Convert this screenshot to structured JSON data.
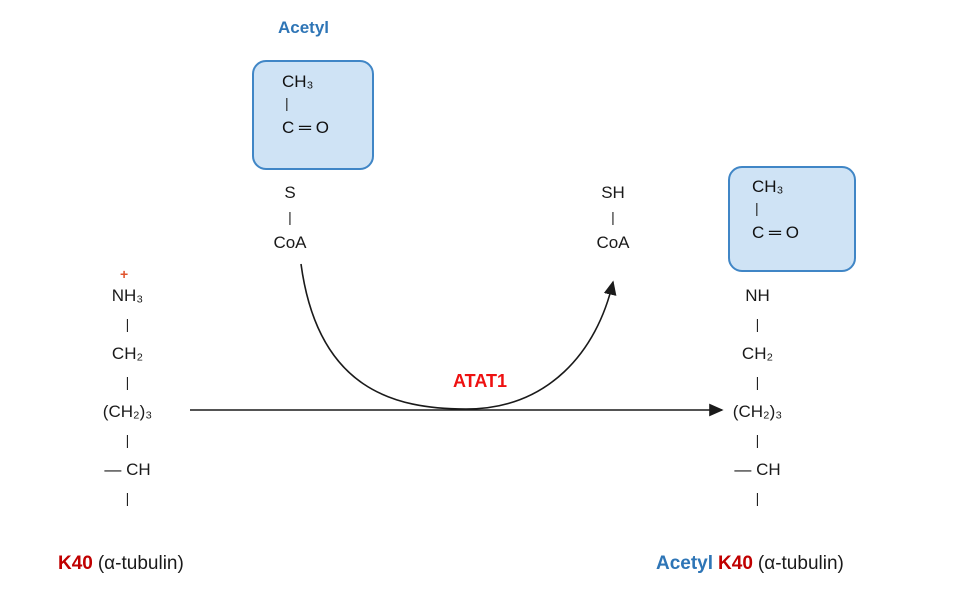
{
  "colors": {
    "acetyl_blue": "#2e75b6",
    "k40_red": "#c00000",
    "atat1_red": "#ee1111",
    "plus_orange": "#e0542e",
    "box_fill": "#cfe3f5",
    "box_border": "#4086c6",
    "arrow_black": "#1a1a1a"
  },
  "top": {
    "acetyl_label": "Acetyl"
  },
  "acetyl_group": {
    "ch3": "CH₃",
    "bond": "|",
    "co": "C ═ O"
  },
  "left_thioester": {
    "s": "S",
    "bond": "|",
    "coa": "CoA"
  },
  "right_thiol": {
    "sh": "SH",
    "bond": "|",
    "coa": "CoA"
  },
  "left_chain": {
    "charge": "+",
    "items": [
      "NH₃",
      "|",
      "CH₂",
      "|",
      "(CH₂)₃",
      "|",
      "— CH",
      "|"
    ]
  },
  "right_chain": {
    "items": [
      "NH",
      "|",
      "CH₂",
      "|",
      "(CH₂)₃",
      "|",
      "— CH",
      "|"
    ]
  },
  "enzyme": {
    "label": "ATAT1"
  },
  "substrate_label": {
    "k40": "K40",
    "tubulin": "(α-tubulin)"
  },
  "product_label": {
    "acetyl": "Acetyl",
    "k40": "K40",
    "tubulin": "(α-tubulin)"
  }
}
